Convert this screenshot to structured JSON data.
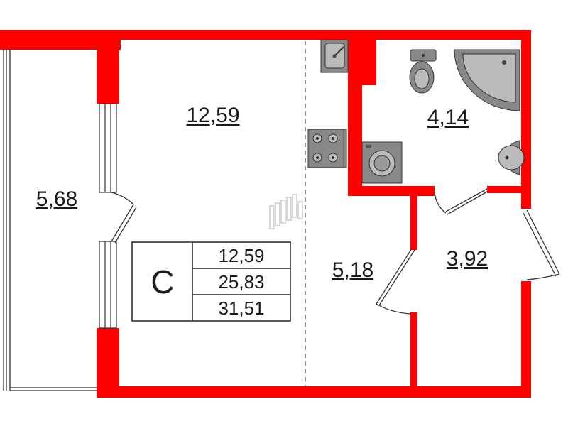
{
  "colors": {
    "wall": "#ff0000",
    "line": "#333333",
    "fixture": "#777777",
    "background": "#ffffff"
  },
  "rooms": {
    "balcony": {
      "area": "5,68"
    },
    "living": {
      "area": "12,59"
    },
    "bathroom": {
      "area": "4,14"
    },
    "kitchen": {
      "area": "5,18"
    },
    "hallway": {
      "area": "3,92"
    }
  },
  "legend": {
    "type": "С",
    "living_area": "12,59",
    "total_area": "25,83",
    "total_with_balcony": "31,51"
  },
  "icons": [
    "sink-icon",
    "stove-icon",
    "washing-machine-icon",
    "toilet-icon",
    "shower-icon",
    "washbasin-icon",
    "radiator-icon"
  ]
}
